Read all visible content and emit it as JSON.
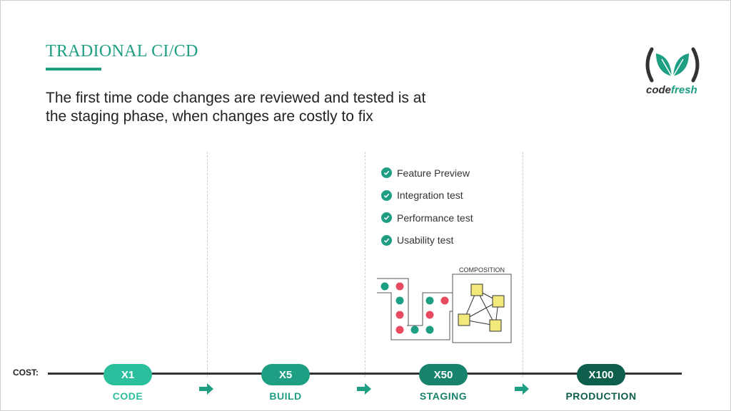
{
  "title": "TRADIONAL CI/CD",
  "description": "The first time code changes are reviewed and tested is at the staging phase, when changes are costly to fix",
  "logo": {
    "word_a": "code",
    "word_b": "fresh",
    "icon": "leaf-logo-icon"
  },
  "checklist": [
    {
      "label": "Feature Preview",
      "icon": "check-circle-icon"
    },
    {
      "label": "Integration test",
      "icon": "check-circle-icon"
    },
    {
      "label": "Performance test",
      "icon": "check-circle-icon"
    },
    {
      "label": "Usability test",
      "icon": "check-circle-icon"
    }
  ],
  "illustration": {
    "composition_label": "COMPOSITION"
  },
  "cost_label": "COST:",
  "stages": [
    {
      "name": "CODE",
      "multiplier": "X1",
      "color": "#2bbf9d",
      "label_color": "#2bbf9d"
    },
    {
      "name": "BUILD",
      "multiplier": "X5",
      "color": "#1e9e82",
      "label_color": "#1e9e82"
    },
    {
      "name": "STAGING",
      "multiplier": "X50",
      "color": "#17836c",
      "label_color": "#17836c"
    },
    {
      "name": "PRODUCTION",
      "multiplier": "X100",
      "color": "#0d5e4b",
      "label_color": "#0d5e4b"
    }
  ],
  "colors": {
    "accent": "#1e9e82",
    "red": "#e84a5f",
    "yellow": "#f3e87a"
  }
}
